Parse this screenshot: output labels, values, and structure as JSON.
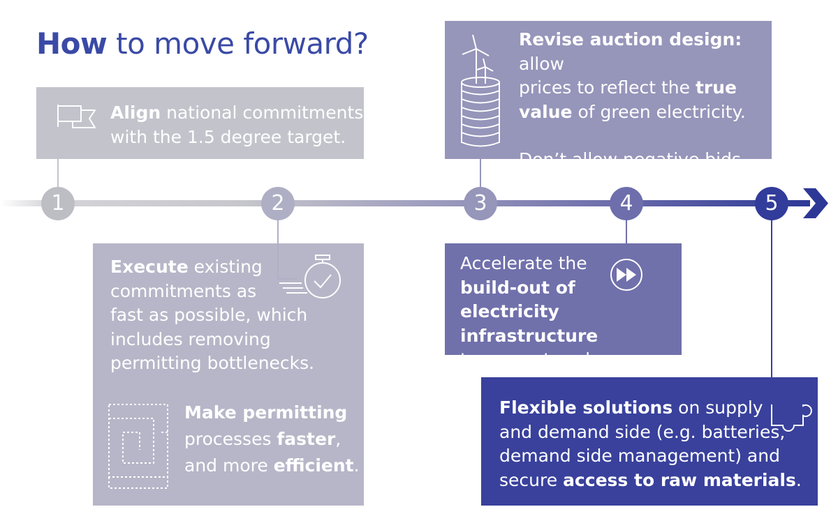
{
  "title": {
    "bold": "How",
    "rest": " to move forward?"
  },
  "timeline": {
    "steps": [
      "1",
      "2",
      "3",
      "4",
      "5"
    ]
  },
  "box1": {
    "l1_bold": "Align",
    "l1_rest": " national commitments",
    "l2": "with the 1.5 degree target."
  },
  "box2": {
    "l1_bold": "Execute",
    "l1_rest": " existing",
    "l2": "commitments as",
    "l3": "fast as possible, which",
    "l4": "includes removing",
    "l5": "permitting bottlenecks.",
    "sub_l1": "Make permitting",
    "sub_l2_a": "processes ",
    "sub_l2_b": "faster",
    "sub_l2_c": ",",
    "sub_l3_a": "and more ",
    "sub_l3_b": "efficient",
    "sub_l3_c": "."
  },
  "box3": {
    "l1_bold": "Revise auction design:",
    "l1_rest": " allow",
    "l2_a": "prices to reflect the ",
    "l2_b": "true",
    "l3_b": "value",
    "l3_a": " of green electricity.",
    "l4": "Don’t allow negative bids."
  },
  "box4": {
    "l1": "Accelerate the",
    "l2": "build-out of",
    "l3": "electricity infrastructure",
    "l4": "to support scale."
  },
  "box5": {
    "l1_bold": "Flexible solutions",
    "l1_rest": " on supply",
    "l2": "and demand side (e.g. batteries,",
    "l3": "demand side management) and",
    "l4_a": "secure ",
    "l4_b": "access to raw materials",
    "l4_c": "."
  },
  "colors": {
    "step1": "#bdbdc4",
    "step2": "#aeaec4",
    "step3": "#9695ba",
    "step4": "#6d6eab",
    "step5": "#323c9a",
    "title": "#3a4aa6"
  }
}
